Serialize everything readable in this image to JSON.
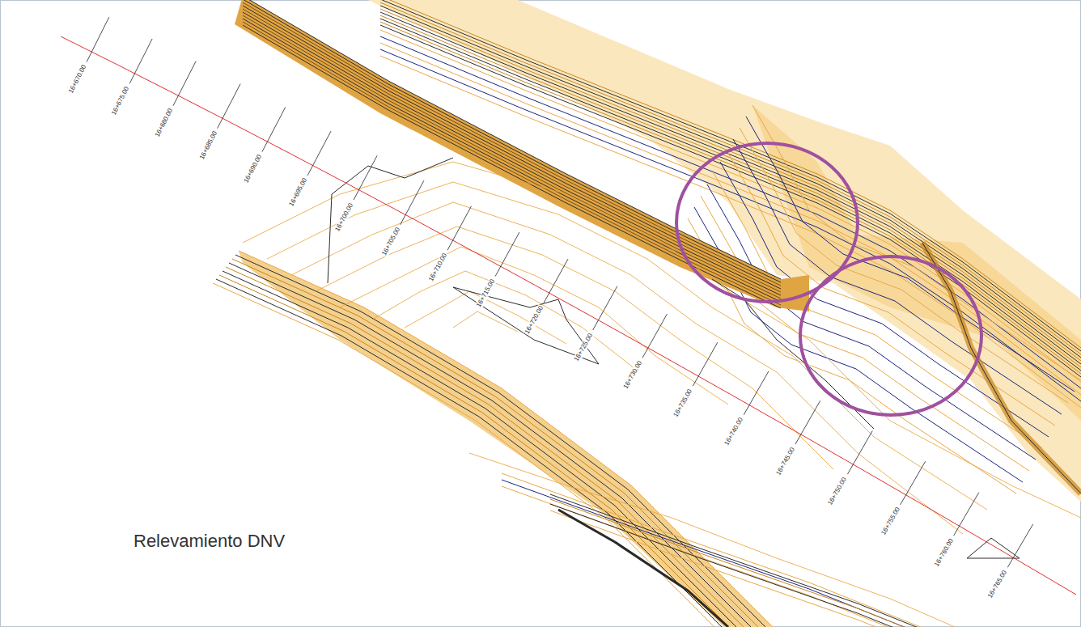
{
  "diagram": {
    "labels": [
      "16+670.00",
      "16+675.00",
      "16+680.00",
      "16+685.00",
      "16+690.00",
      "16+695.00",
      "16+700.00",
      "16+705.00",
      "16+710.00",
      "16+715.00",
      "16+720.00",
      "16+725.00",
      "16+730.00",
      "16+735.00",
      "16+740.00",
      "16+745.00",
      "16+750.00",
      "16+755.00",
      "16+760.00",
      "16+765.00",
      "Relevamiento DNV"
    ]
  }
}
